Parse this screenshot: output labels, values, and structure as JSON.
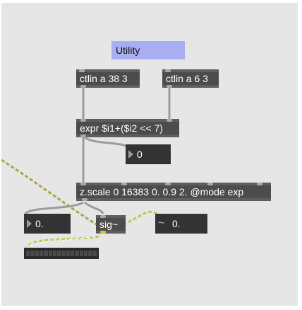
{
  "comment": {
    "label": "Utility"
  },
  "objects": {
    "ctlin_cc38": "ctlin a 38 3",
    "ctlin_cc6": "ctlin a 6 3",
    "expr": "expr $i1+($i2 << 7)",
    "zscale": "z.scale 0 16383 0. 0.9 2. @mode exp",
    "sig": "sig~"
  },
  "numbers": {
    "int_box": "0",
    "float_box": "0.",
    "signal_box": "0."
  },
  "colors": {
    "canvas": "#e6e6e6",
    "object_fill": "#4c4c4c",
    "number_fill": "#333333",
    "comment_fill": "#a9aef0",
    "control_cord": "#a0a0a0",
    "signal_cord": "#c8c84a",
    "signal_icon": "#8ed0f0"
  },
  "icons": {
    "number_triangle": "triangle-right-icon",
    "signal_number": "tilde-wave-icon"
  }
}
